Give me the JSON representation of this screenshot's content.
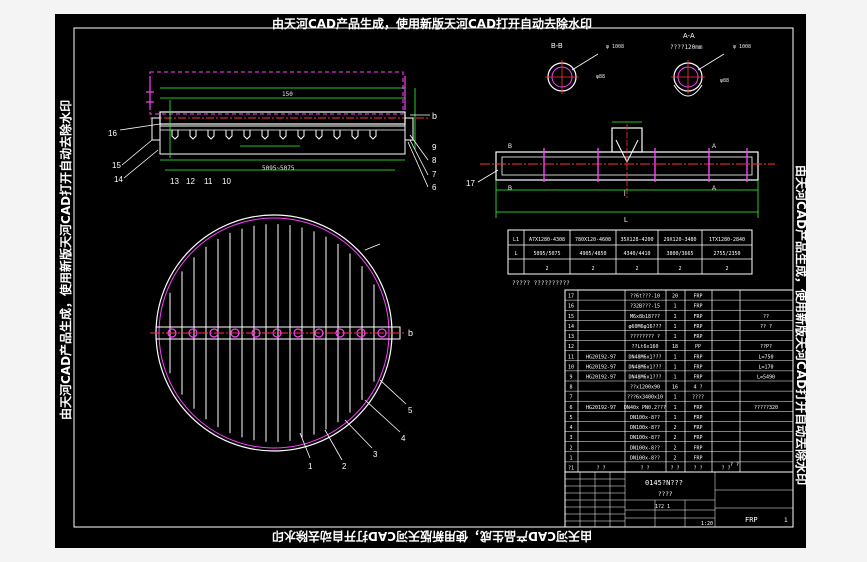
{
  "watermark": {
    "top": "由天河CAD产品生成，使用新版天河CAD打开自动去除水印",
    "bottom": "由天河CAD产品生成，使用新版天河CAD打开自动去除水印",
    "left": "由天河CAD产品生成，使用新版天河CAD打开自动去除水印",
    "right": "由天河CAD产品生成，使用新版天河CAD打开自动去除水印"
  },
  "sections": {
    "bb": "B-B",
    "aa": "A-A",
    "aa_dim": "????120mm"
  },
  "part_labels": {
    "p16": "16",
    "p15": "15",
    "p14": "14",
    "p13": "13",
    "p12": "12",
    "p11": "11",
    "p10": "10",
    "p9": "9",
    "p8": "8",
    "p7": "7",
    "p6": "6",
    "p17": "17",
    "p1": "1",
    "p2": "2",
    "p3": "3",
    "p4": "4",
    "p5": "5",
    "b_top": "b",
    "b_plan": "b",
    "dim_L": "L",
    "dim_l": "l",
    "mark_A1": "A",
    "mark_A2": "A",
    "mark_B1": "B",
    "mark_B2": "B",
    "dim_150": "150"
  },
  "size_table": {
    "rows": [
      [
        "L1",
        "A7X1280-4308",
        "780X120-4608",
        "35X128-4200",
        "29X120-3480",
        "1TX1280-2840"
      ],
      [
        "L",
        "5095/5075",
        "4905/4850",
        "4340/4410",
        "3800/3665",
        "2755/2350"
      ],
      [
        "",
        "2",
        "2",
        "2",
        "2",
        "2"
      ]
    ],
    "note": "????? ??????????"
  },
  "bom": {
    "rows": [
      [
        "17",
        "",
        "??6t???-10",
        "20",
        "FRP",
        "",
        ""
      ],
      [
        "16",
        "",
        "?32B???-15",
        "1",
        "FRP",
        "",
        ""
      ],
      [
        "15",
        "",
        "M6x8b18???",
        "1",
        "FRP",
        "",
        "??"
      ],
      [
        "14",
        "",
        "φ60M6φ16???",
        "1",
        "FRP",
        "",
        "?? ?"
      ],
      [
        "13",
        "",
        "???????? ?",
        "1",
        "FRP",
        "",
        ""
      ],
      [
        "12",
        "",
        "??Lt6x160",
        "18",
        "PP",
        "",
        "??P?"
      ],
      [
        "11",
        "HG20192-97",
        "DN48M6x1???",
        "1",
        "FRP",
        "",
        "L=750"
      ],
      [
        "10",
        "HG20192-97",
        "DN48M6x1???",
        "1",
        "FRP",
        "",
        "L=170"
      ],
      [
        "9",
        "HG20192-97",
        "DN48M6x1???",
        "1",
        "FRP",
        "",
        "L=5490"
      ],
      [
        "8",
        "",
        "??x1200x90",
        "16",
        "4 ?",
        "",
        ""
      ],
      [
        "7",
        "",
        "???6x3400x10",
        "1",
        "????",
        "",
        ""
      ],
      [
        "6",
        "HG20192-97",
        "DN40x PN0.2???",
        "1",
        "FRP",
        "",
        "?????320"
      ],
      [
        "5",
        "",
        "DN100x-8??",
        "1",
        "FRP",
        "",
        ""
      ],
      [
        "4",
        "",
        "DN100x-8??",
        "2",
        "FRP",
        "",
        ""
      ],
      [
        "3",
        "",
        "DN100x-8??",
        "2",
        "FRP",
        "",
        ""
      ],
      [
        "2",
        "",
        "DN100x-8??",
        "2",
        "FRP",
        "",
        ""
      ],
      [
        "1",
        "",
        "DN100x-8??",
        "2",
        "FRP",
        "",
        ""
      ],
      [
        "?1",
        "? ?",
        "? ?",
        "? ?",
        "? ?",
        "? ?",
        ""
      ]
    ],
    "title_block": {
      "drawing_no": "0145?N???",
      "name": "????",
      "material": "FRP",
      "sheet": "1",
      "scale": "1:20",
      "rev": "1?2 1",
      "small": "? ?"
    }
  }
}
